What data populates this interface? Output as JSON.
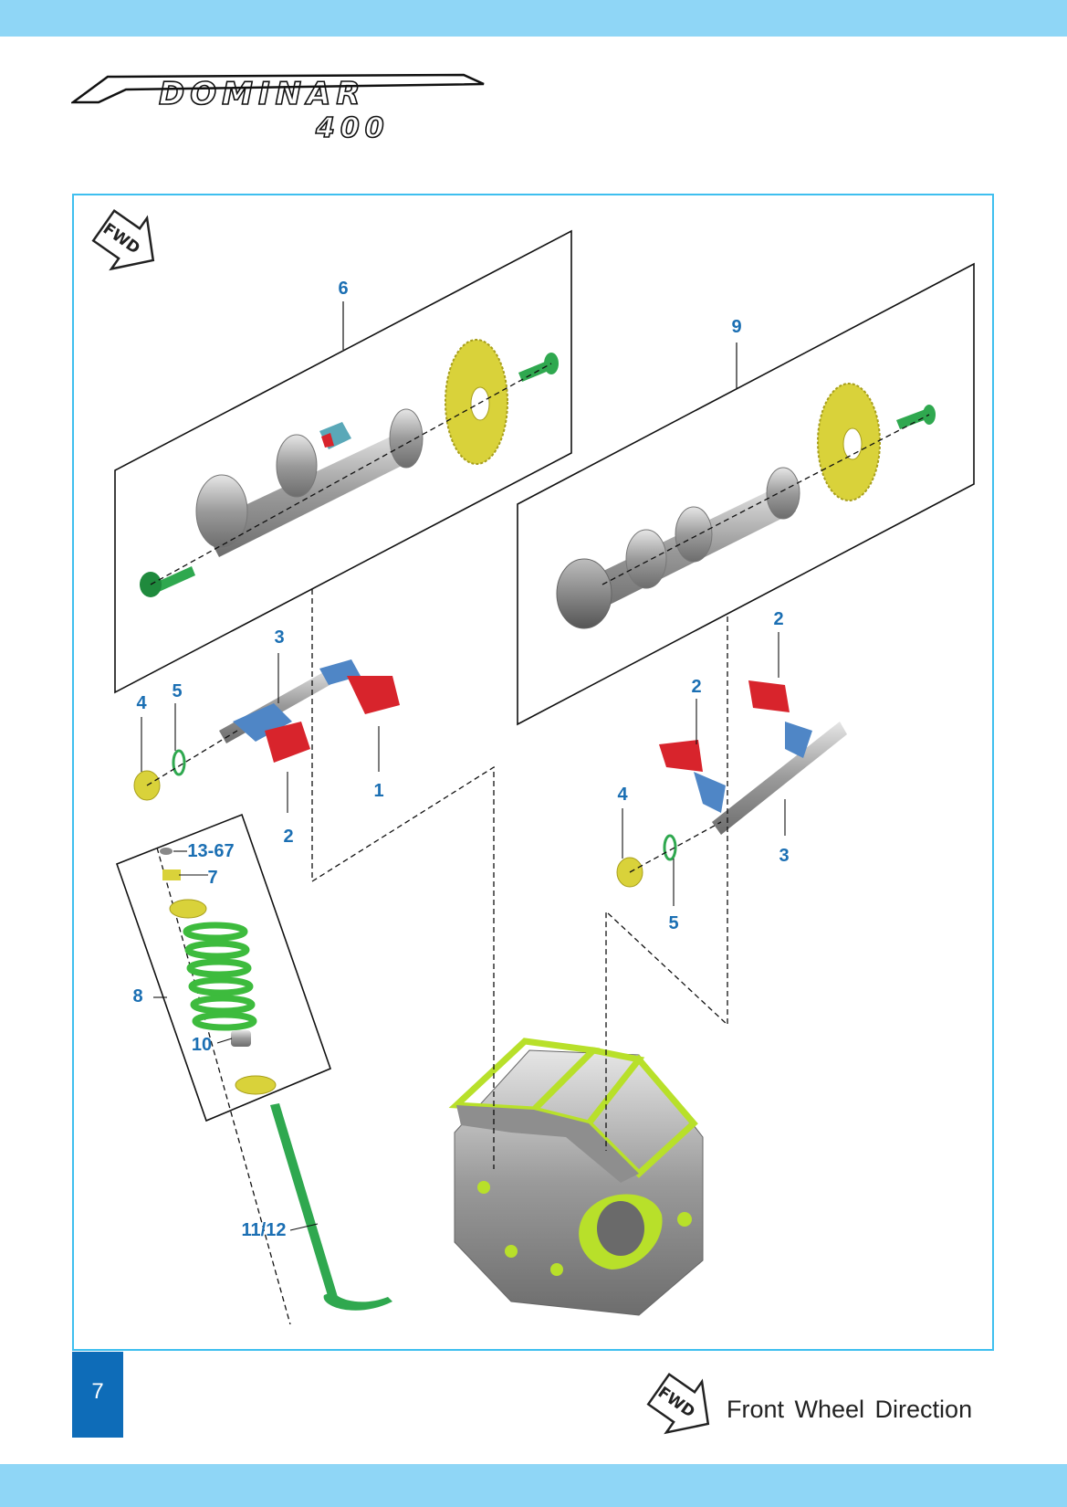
{
  "brand": {
    "logo_main": "DOMINAR",
    "logo_sub": "400"
  },
  "fwd_badge": "FWD",
  "callouts": {
    "part_1": "1",
    "part_2a": "2",
    "part_2b": "2",
    "part_2c": "2",
    "part_3a": "3",
    "part_3b": "3",
    "part_4a": "4",
    "part_4b": "4",
    "part_5a": "5",
    "part_5b": "5",
    "part_6": "6",
    "part_7": "7",
    "part_8": "8",
    "part_9": "9",
    "part_10": "10",
    "part_11_12": "11/12",
    "part_13_67": "13-67"
  },
  "page_number": "7",
  "legend_text": "Front Wheel Direction",
  "colors": {
    "band": "#8fd6f6",
    "frame": "#3fbfef",
    "callout": "#1b6fb3",
    "page_box": "#0e6cb8",
    "gear_yellow": "#d9d23a",
    "bolt_green": "#2fa84f",
    "rocker_red": "#d8242c",
    "rocker_blue": "#4f86c6",
    "spring_green": "#3dbb3d",
    "head_lime": "#b8e02a"
  }
}
